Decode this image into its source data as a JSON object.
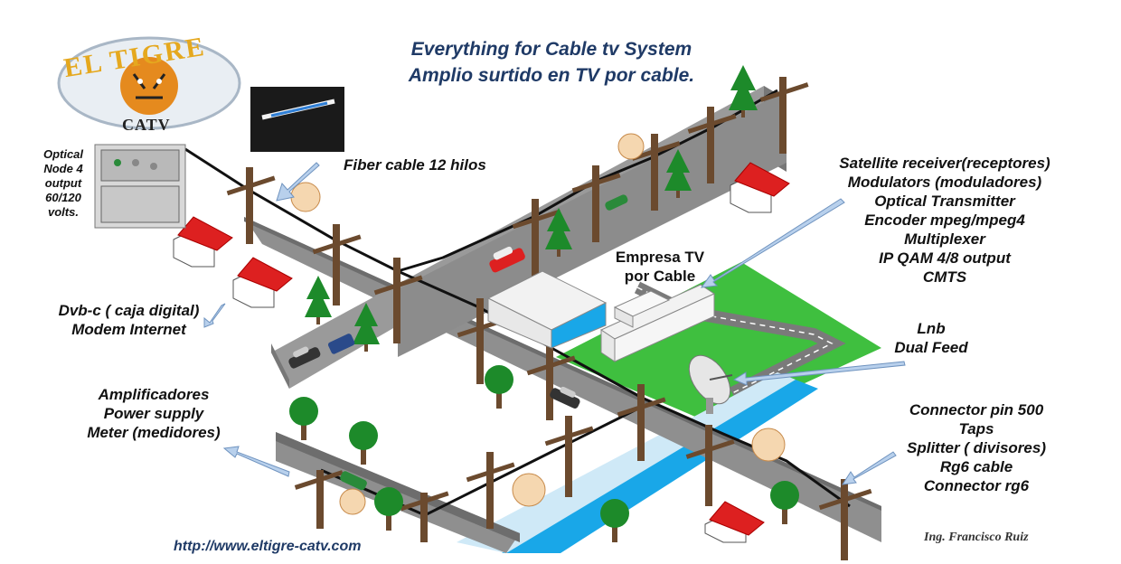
{
  "title": {
    "line1": "Everything for Cable tv System",
    "line2": "Amplio surtido en TV por cable."
  },
  "logo": {
    "name": "EL TIGRE",
    "sub": "CATV"
  },
  "labels": {
    "optical_node": [
      "Optical",
      "Node 4",
      "output",
      "60/120",
      "volts."
    ],
    "fiber": "Fiber cable 12 hilos",
    "headend_equipment": [
      "Satellite receiver(receptores)",
      "Modulators (moduladores)",
      "Optical Transmitter",
      "Encoder mpeg/mpeg4",
      "Multiplexer",
      "IP QAM 4/8 output",
      "CMTS"
    ],
    "empresa": [
      "Empresa TV",
      "por Cable"
    ],
    "dvbc": [
      "Dvb-c ( caja digital)",
      "Modem Internet"
    ],
    "lnb": [
      "Lnb",
      "Dual Feed"
    ],
    "amplificadores": [
      "Amplificadores",
      "Power supply",
      "Meter (medidores)"
    ],
    "connector": [
      "Connector pin 500",
      "Taps",
      "Splitter ( divisores)",
      "Rg6 cable",
      "Connector rg6"
    ]
  },
  "footer": {
    "url": "http://www.eltigre-catv.com",
    "author": "Ing. Francisco Ruiz"
  },
  "colors": {
    "title": "#1f3a66",
    "road": "#8a8a8a",
    "grass": "#3fbf3f",
    "water": "#19a7e8",
    "roof": "#dd2020",
    "pole": "#6b4a2e",
    "tree": "#1d8a2a",
    "arrow": "#b8d0ec"
  }
}
